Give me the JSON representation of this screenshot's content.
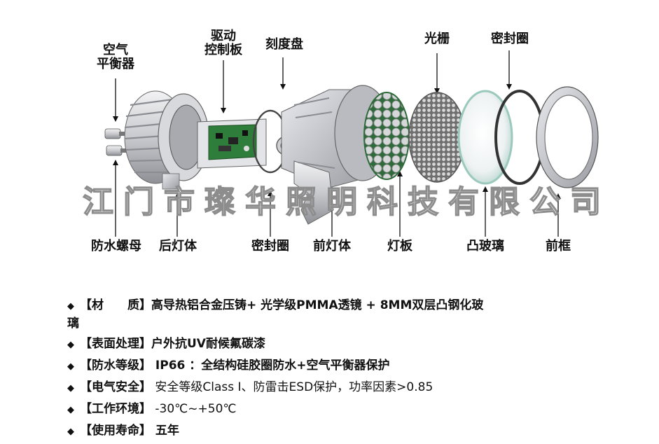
{
  "watermark": "江门市璨华照明科技有限公司",
  "labels_top": {
    "air_balancer_line1": "空气",
    "air_balancer_line2": "平衡器",
    "driver_line1": "驱动",
    "driver_line2": "控制板",
    "dial": "刻度盘",
    "grille": "光栅",
    "seal_ring_top": "密封圈"
  },
  "labels_bottom": {
    "waterproof_nut": "防水螺母",
    "rear_body": "后灯体",
    "seal_ring_bottom": "密封圈",
    "front_body": "前灯体",
    "light_board": "灯板",
    "convex_glass": "凸玻璃",
    "front_frame": "前框"
  },
  "specs": [
    {
      "bullet": "◆",
      "key": "【材　　质】",
      "value": "高导热铝合金压铸+ 光学级PMMA透镜 + 8MM双层凸钢化玻",
      "value2": "璃",
      "bold": true
    },
    {
      "bullet": "◆",
      "key": "【表面处理】",
      "value": "户外抗UV耐候氟碳漆",
      "bold": true
    },
    {
      "bullet": "◆",
      "key": "【防水等级】",
      "value": " IP66 ：全结构硅胶圈防水+空气平衡器保护",
      "bold": true
    },
    {
      "bullet": "◆",
      "key": "【电气安全】",
      "value": " 安全等级Class I、防雷击ESD保护，功率因素>0.85",
      "bold": false
    },
    {
      "bullet": "◆",
      "key": "【工作环境】",
      "value": "  -30℃~+50℃",
      "bold": false
    },
    {
      "bullet": "◆",
      "key": "【使用寿命】",
      "value": "  五年",
      "bold": true
    }
  ]
}
